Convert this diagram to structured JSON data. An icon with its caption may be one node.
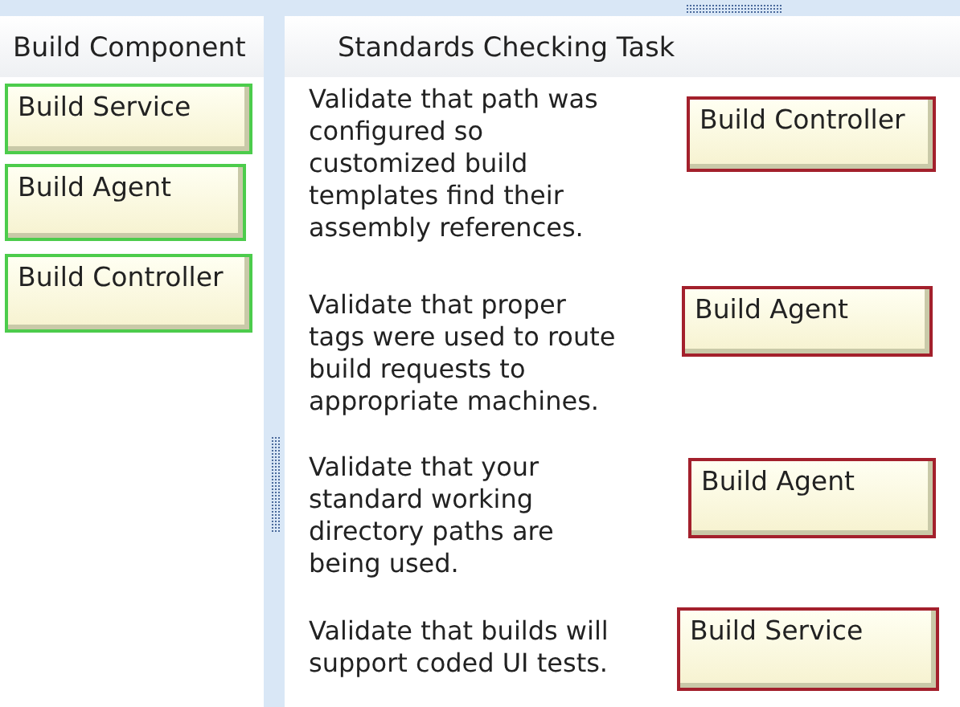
{
  "diagram": {
    "nodes": [
      {
        "text": [
          "Build Component"
        ]
      },
      {
        "text": [
          "Build Service"
        ],
        "in": 0
      },
      {
        "text": [
          "Build Agent"
        ],
        "in": 0
      },
      {
        "text": [
          "Build Controller"
        ],
        "in": 0
      },
      {
        "text": [
          "Standards Checking Task"
        ]
      },
      {
        "text": [
          "Build Controller"
        ],
        "in": 4
      },
      {
        "text": [
          "Build Agent"
        ],
        "in": 4
      },
      {
        "text": [
          "Build Agent"
        ],
        "in": 4
      },
      {
        "text": [
          "Build Service"
        ],
        "in": 4
      }
    ],
    "labels": [
      "Validate that path was configured so customized build templates find their assembly references.",
      "Validate that proper tags were used to route build requests to appropriate machines.",
      "Validate that your standard working directory paths are being used.",
      "Validate that builds will support coded UI tests."
    ]
  }
}
